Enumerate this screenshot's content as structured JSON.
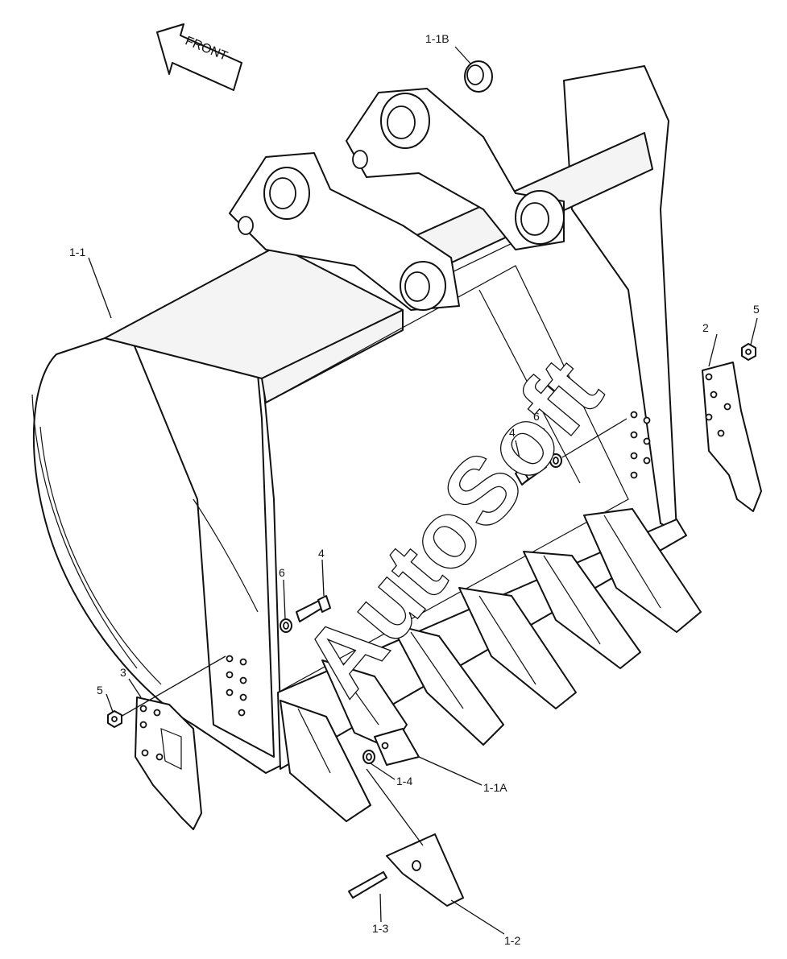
{
  "front_label": "FRONT",
  "watermark": "AutoSoft",
  "callouts": {
    "c_1_1": "1-1",
    "c_1_1b": "1-1B",
    "c_1_1a": "1-1A",
    "c_1_2": "1-2",
    "c_1_3": "1-3",
    "c_1_4": "1-4",
    "c_2": "2",
    "c_3": "3",
    "c_4_left": "4",
    "c_4_right": "4",
    "c_5_left": "5",
    "c_5_right": "5",
    "c_6_left": "6",
    "c_6_right": "6"
  }
}
